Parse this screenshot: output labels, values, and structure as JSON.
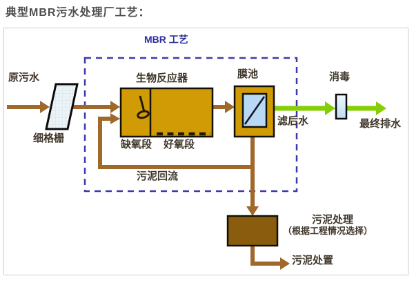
{
  "title": "典型MBR污水处理厂工艺：",
  "diagram": {
    "mbr_box_label": "MBR 工艺",
    "nodes": {
      "raw_water": "原污水",
      "fine_screen": "细格栅",
      "bioreactor": "生物反应器",
      "anoxic_section": "缺氧段",
      "aerobic_section": "好氧段",
      "membrane_tank": "膜池",
      "filtered_water": "滤后水",
      "sludge_return": "污泥回流",
      "disinfection": "消毒",
      "final_discharge": "最终排水",
      "sludge_treatment": "污泥处理",
      "sludge_treatment_note": "（根据工程情况选择）",
      "sludge_disposal": "污泥处置"
    },
    "colors": {
      "sludge_flow_line": "#a1682c",
      "treated_water_line": "#86cf06",
      "tank_fill": "#d09b04",
      "sludge_box_fill": "#8a5c0e",
      "membrane_fill": "#b7d9f5",
      "mbr_dashed_border": "#3a3aae",
      "label_text": "#3f362a",
      "title_text": "#4d4d4d"
    }
  }
}
